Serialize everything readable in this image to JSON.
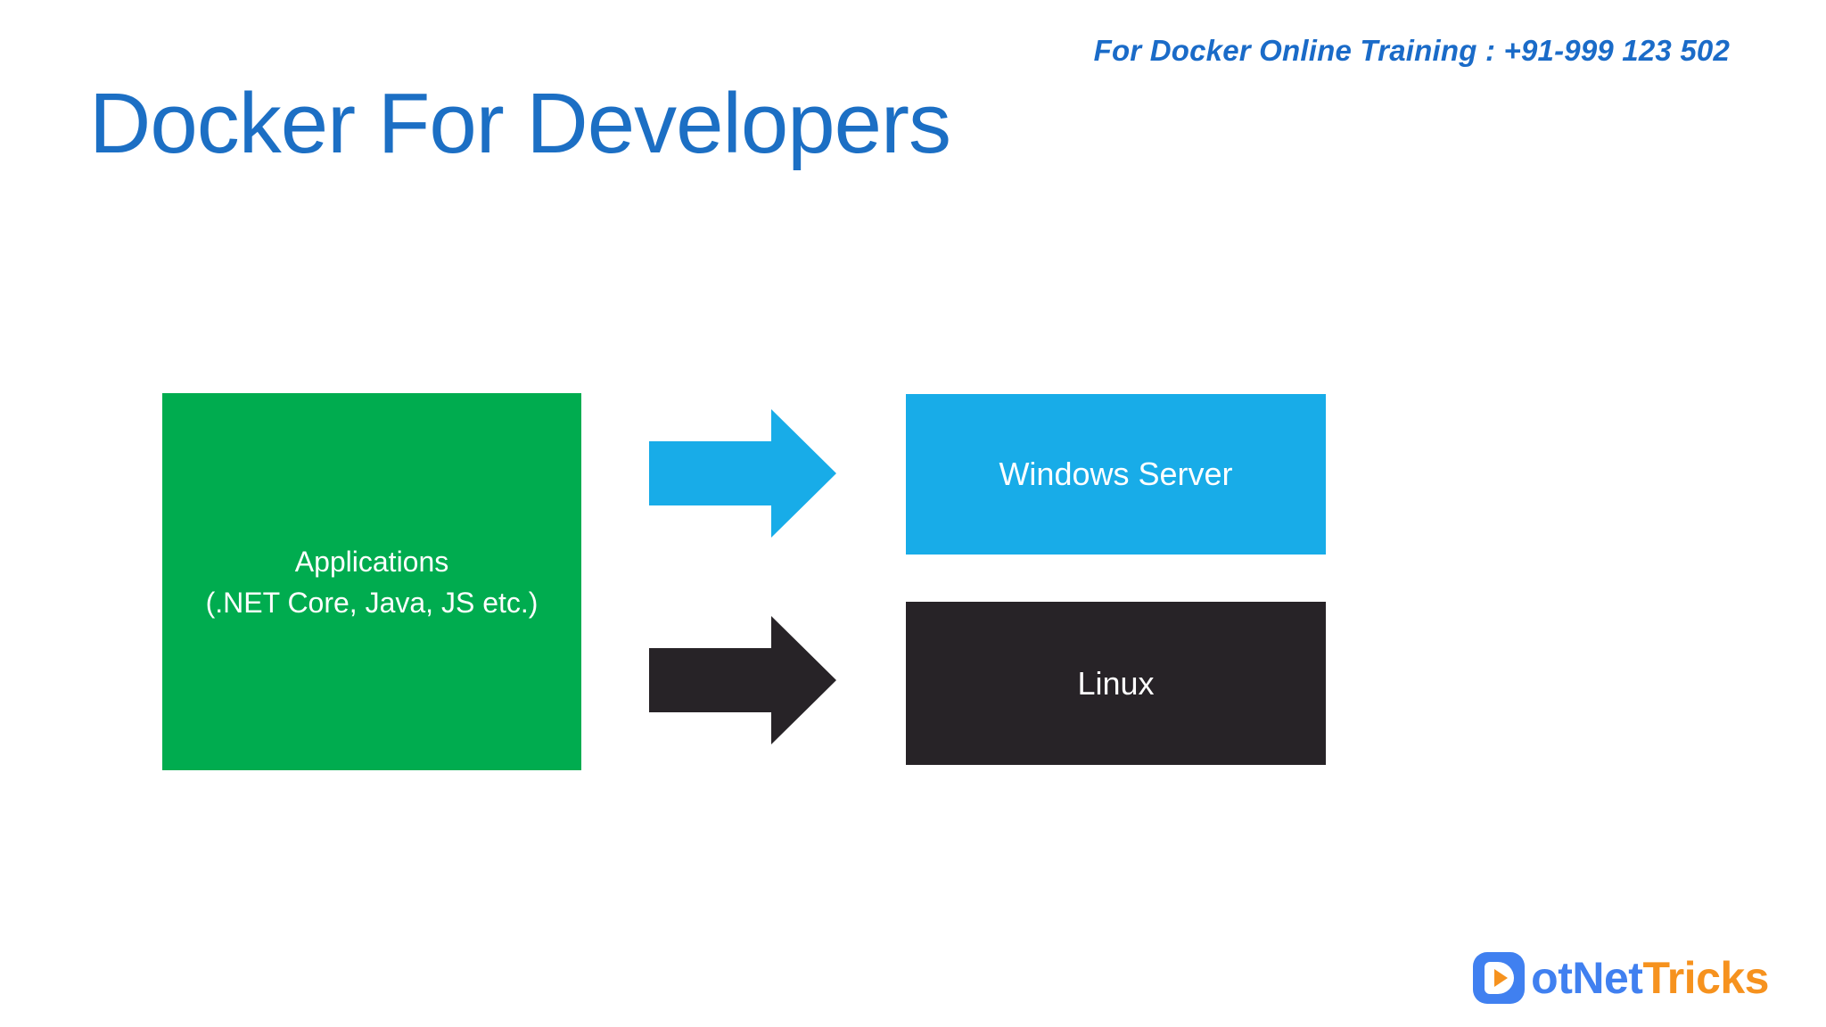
{
  "slide": {
    "title": "Docker For Developers",
    "header_note": "For Docker Online Training : +91-999 123 502"
  },
  "diagram": {
    "source": {
      "line1": "Applications",
      "line2": "(.NET Core, Java, JS etc.)",
      "color": "#00AC4F"
    },
    "targets": [
      {
        "label": "Windows Server",
        "color": "#18ACE8"
      },
      {
        "label": "Linux",
        "color": "#272327"
      }
    ],
    "arrows": [
      {
        "to": "Windows Server",
        "color": "#18ACE8",
        "direction": "right"
      },
      {
        "to": "Linux",
        "color": "#272327",
        "direction": "right"
      }
    ]
  },
  "logo": {
    "icon": "play-icon",
    "text_blue": "otNet",
    "text_orange": "Tricks",
    "colors": {
      "blue": "#4080F0",
      "orange": "#F6921E"
    }
  },
  "colors": {
    "background": "#FFFFFF",
    "title_blue": "#1C6FC4",
    "note_blue": "#1A6BC8",
    "box_text": "#FFFFFF"
  }
}
